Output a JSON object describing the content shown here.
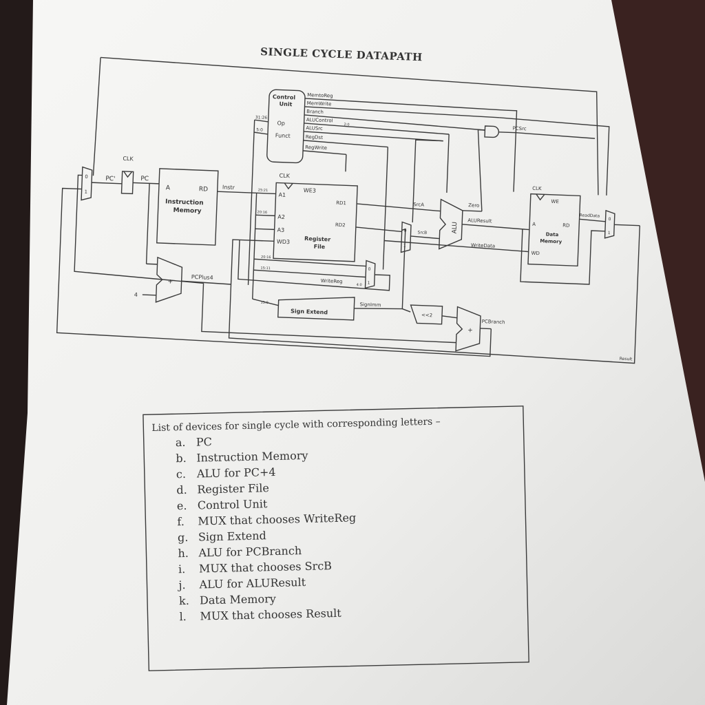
{
  "title": "SINGLE CYCLE DATAPATH",
  "diagram": {
    "control_unit": {
      "title_line1": "Control",
      "title_line2": "Unit",
      "op": "Op",
      "funct": "Funct",
      "bits_op": "31:26",
      "bits_funct": "5:0"
    },
    "control_signals": [
      "MemtoReg",
      "MemWrite",
      "Branch",
      "ALUControl",
      "ALUSrc",
      "RegDst",
      "RegWrite"
    ],
    "alu_control_bits": "2:0",
    "pcsrc": "PCSrc",
    "clk": "CLK",
    "pc_prime": "PC'",
    "pc": "PC",
    "mux_0": "0",
    "mux_1": "1",
    "instr_mem": {
      "a": "A",
      "rd": "RD",
      "name_line1": "Instruction",
      "name_line2": "Memory"
    },
    "instr": "Instr",
    "reg_file": {
      "we3": "WE3",
      "a1": "A1",
      "a2": "A2",
      "a3": "A3",
      "wd3": "WD3",
      "rd1": "RD1",
      "rd2": "RD2",
      "name_line1": "Register",
      "name_line2": "File"
    },
    "bits_a1": "25:21",
    "bits_a2": "20:16",
    "bits_rt": "20:16",
    "bits_rd": "15:11",
    "bits_imm": "15:0",
    "srca": "SrcA",
    "srcb": "SrcB",
    "alu": "ALU",
    "zero": "Zero",
    "aluresult": "ALUResult",
    "writedata": "WriteData",
    "data_mem": {
      "we": "WE",
      "a": "A",
      "rd": "RD",
      "wd": "WD",
      "name_line1": "Data",
      "name_line2": "Memory"
    },
    "readdata": "ReadData",
    "writereg": "WriteReg",
    "writereg_bits": "4:0",
    "sign_extend": "Sign Extend",
    "signimm": "SignImm",
    "shift": "<<2",
    "pcbranch": "PCBranch",
    "pcplus4": "PCPlus4",
    "four": "4",
    "plus": "+",
    "result": "Result"
  },
  "devices_box": {
    "heading": "List of devices for single cycle with corresponding letters –",
    "items": [
      {
        "letter": "a.",
        "text": "PC"
      },
      {
        "letter": "b.",
        "text": "Instruction Memory"
      },
      {
        "letter": "c.",
        "text": "ALU for PC+4"
      },
      {
        "letter": "d.",
        "text": "Register File"
      },
      {
        "letter": "e.",
        "text": "Control Unit"
      },
      {
        "letter": "f.",
        "text": "MUX that chooses WriteReg"
      },
      {
        "letter": "g.",
        "text": "Sign Extend"
      },
      {
        "letter": "h.",
        "text": "ALU for PCBranch"
      },
      {
        "letter": "i.",
        "text": "MUX that chooses SrcB"
      },
      {
        "letter": "j.",
        "text": "ALU for ALUResult"
      },
      {
        "letter": "k.",
        "text": "Data Memory"
      },
      {
        "letter": "l.",
        "text": "MUX that chooses Result"
      }
    ]
  },
  "colors": {
    "paper": "#f3f3f1",
    "ink": "#3a3a3a",
    "background": "#2a1f1d"
  }
}
